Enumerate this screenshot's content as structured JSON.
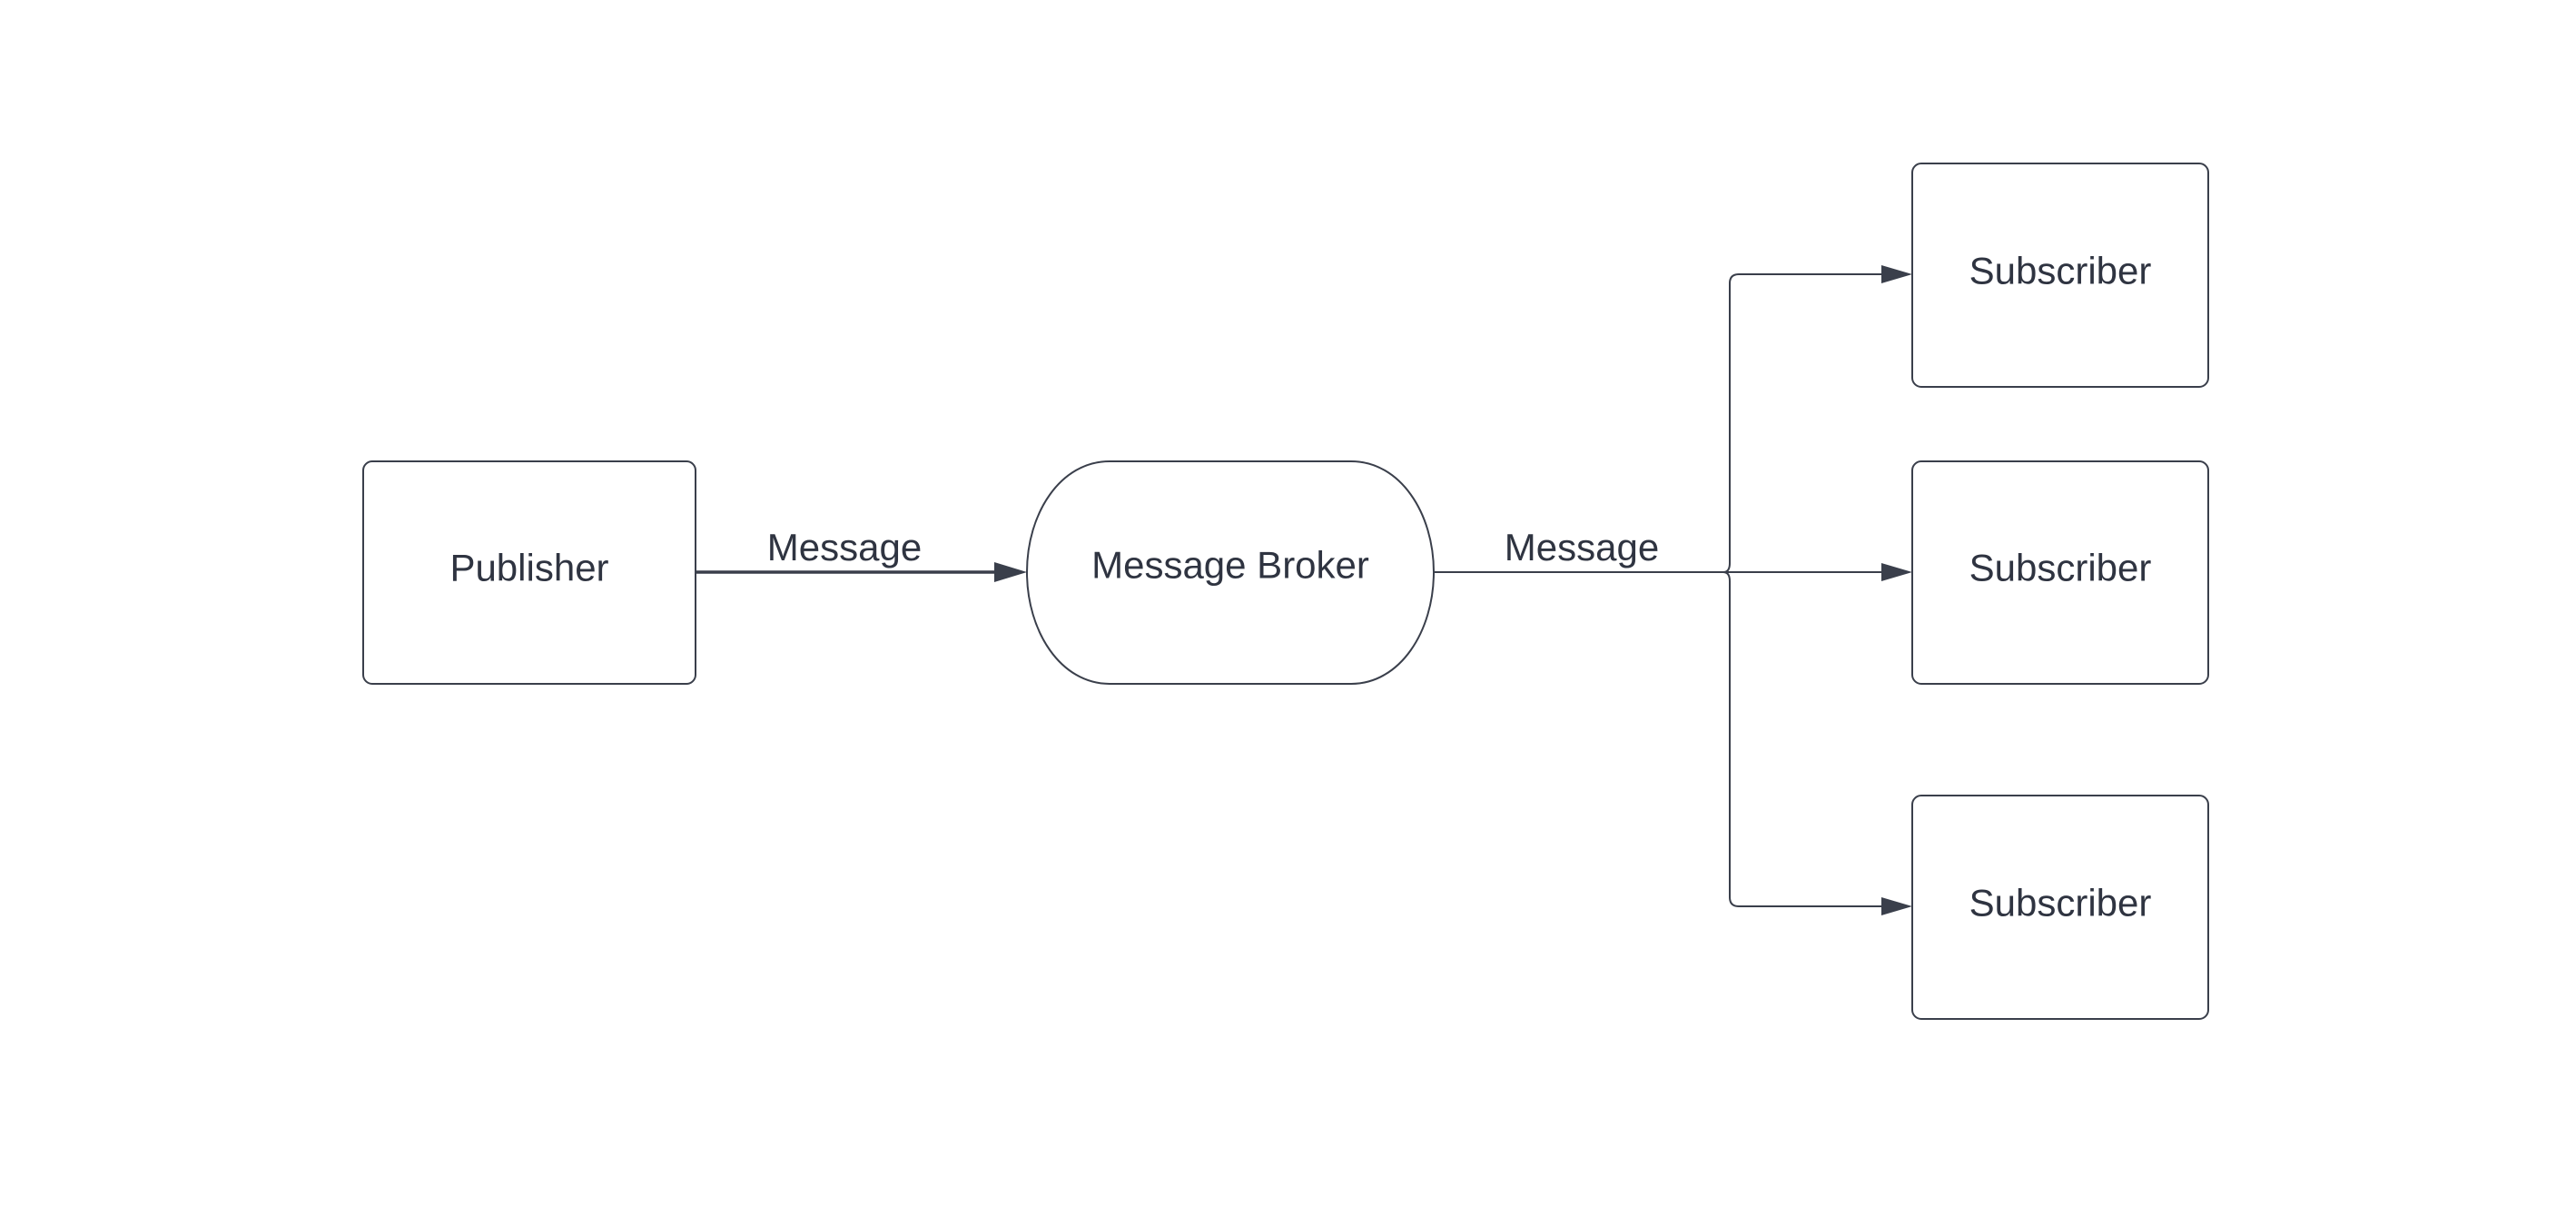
{
  "diagram": {
    "nodes": {
      "publisher": {
        "label": "Publisher"
      },
      "broker": {
        "label": "Message Broker"
      },
      "subscriber_1": {
        "label": "Subscriber"
      },
      "subscriber_2": {
        "label": "Subscriber"
      },
      "subscriber_3": {
        "label": "Subscriber"
      }
    },
    "edges": {
      "publisher_to_broker": {
        "label": "Message"
      },
      "broker_to_subscribers": {
        "label": "Message"
      }
    },
    "colors": {
      "stroke": "#3a3f4b",
      "text": "#2f3441",
      "background": "#ffffff"
    }
  }
}
